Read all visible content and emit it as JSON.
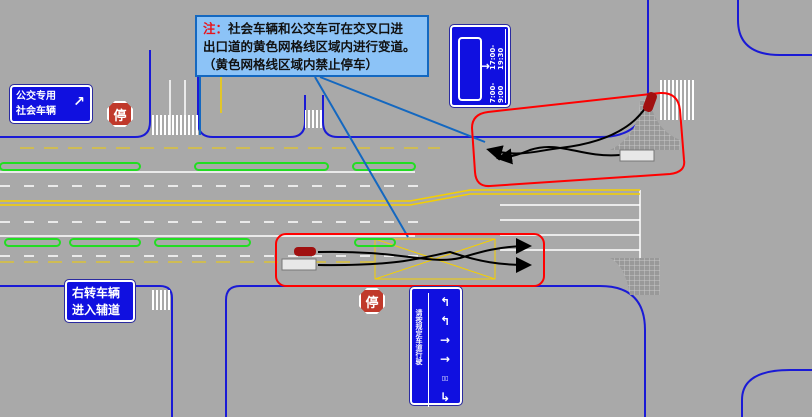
{
  "callout": {
    "note_label": "注：",
    "lines": [
      "社会车辆和公交车可在交叉口进",
      "出口道的黄色网格线区域内进行变道。",
      "（黄色网格线区域内禁止停车）"
    ]
  },
  "signs": {
    "bus_lane_top_left": {
      "line1": "公交专用",
      "line2": "社会车辆",
      "icon": "arrow-up-right-icon"
    },
    "bus_lane_time": {
      "time1": "7:00-9:00",
      "time2": "17:00-19:30",
      "icon": "bus-icon"
    },
    "right_turn_auxiliary": {
      "line1": "右转车辆",
      "line2": "进入辅道"
    },
    "lane_guidance": {
      "text": "请按规定车道行驶",
      "icons": [
        "u-turn-left-icon",
        "u-turn-left-icon",
        "straight-arrow-icon",
        "straight-arrow-icon",
        "bus-lane-icon",
        "right-turn-icon"
      ]
    },
    "stop_top": "停",
    "stop_bottom": "停"
  },
  "colors": {
    "road": "#a9a9a9",
    "curb": "#1a1ad6",
    "highlight": "#ff0000",
    "island": "#22dd22",
    "yellow_line": "#f5d000",
    "callout_fill": "#8cc3f7"
  }
}
